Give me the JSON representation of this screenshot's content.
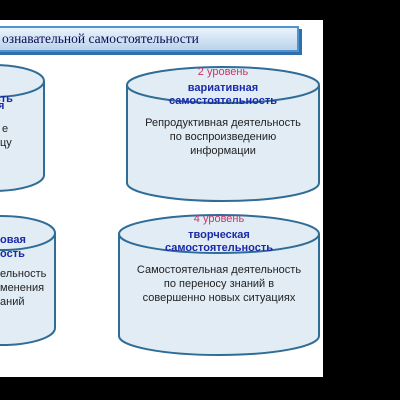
{
  "slide": {
    "title": "ознавательной самостоятельности",
    "level_2": {
      "level": "2 уровень",
      "name_line1": "вариативная",
      "name_line2": "самостоятельность",
      "desc_line1": "Репродуктивная деятельность",
      "desc_line2": "по воспроизведению",
      "desc_line3": "информации"
    },
    "level_4": {
      "level": "4 уровень",
      "name_line1": "творческая",
      "name_line2": "самостоятельность",
      "desc_line1": "Самостоятельная деятельность",
      "desc_line2": "по переносу знаний в",
      "desc_line3": "совершенно новых ситуациях"
    },
    "left_top": {
      "name_line1": "я",
      "name_line2": "ость",
      "desc_line1": "е",
      "desc_line2": "цу"
    },
    "left_bottom": {
      "name_line1": "овая",
      "name_line2": "ость",
      "desc_line1": "ельность",
      "desc_line2": "менения",
      "desc_line3": "аний"
    }
  },
  "colors": {
    "cylinder_fill": "#e2ecf5",
    "cylinder_stroke": "#2f6c96",
    "level_color": "#cc3366",
    "name_color": "#1a2aa8"
  }
}
